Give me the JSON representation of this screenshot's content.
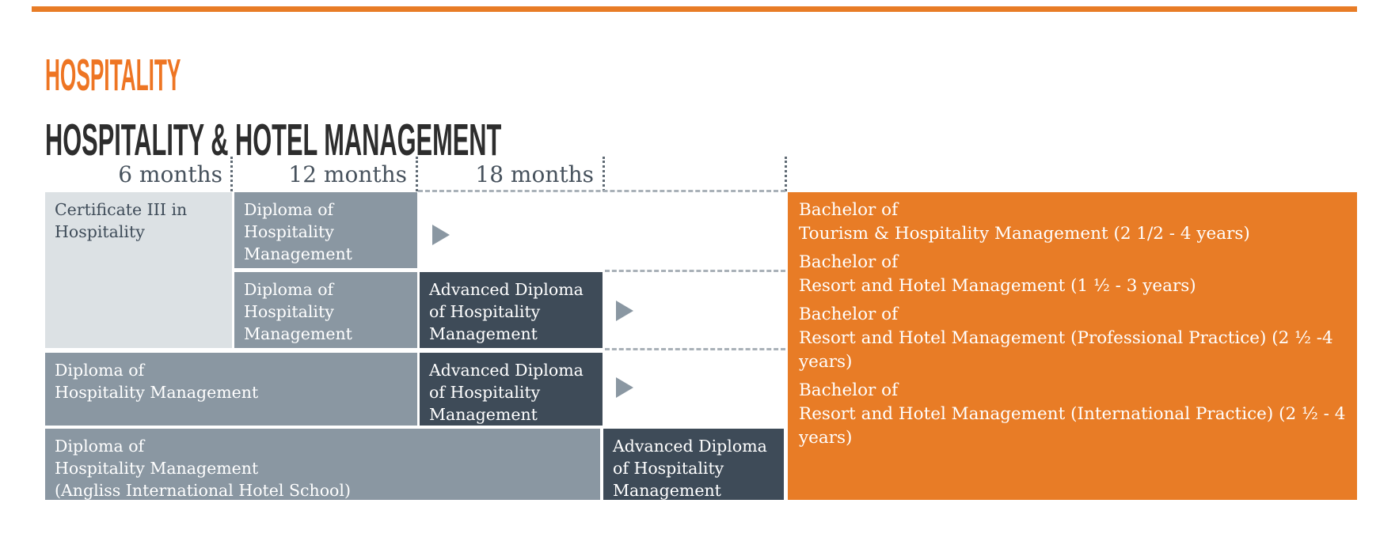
{
  "header": {
    "category": "HOSPITALITY",
    "title": "HOSPITALITY & HOTEL MANAGEMENT"
  },
  "timeline": {
    "labels": [
      "6 months",
      "12 months",
      "18 months"
    ]
  },
  "courses": {
    "cert3": "Certificate III in\nHospitality",
    "dip_row1": "Diploma of\nHospitality\nManagement",
    "dip_row2": "Diploma of\nHospitality\nManagement",
    "adv_row2": "Advanced Diploma\nof Hospitality\nManagement",
    "dip_row3": "Diploma of\nHospitality Management",
    "adv_row3": "Advanced Diploma\nof Hospitality\nManagement",
    "dip_row4": "Diploma of\nHospitality Management\n(Angliss International Hotel School)",
    "adv_row4": "Advanced Diploma\nof Hospitality\nManagement"
  },
  "bachelors": {
    "items": [
      {
        "text": "Bachelor of\nTourism & Hospitality Management (2 1/2  - 4 years)"
      },
      {
        "text": "Bachelor of\nResort and Hotel Management (1 ½ - 3 years)"
      },
      {
        "text": "Bachelor of\nResort and Hotel Management (Professional Practice) (2 ½ -4 years)"
      },
      {
        "text": "Bachelor of\nResort and Hotel Management (International Practice) (2 ½ - 4 years)"
      }
    ]
  },
  "colors": {
    "accent_orange": "#E87C26",
    "heading_orange": "#EE7523",
    "heading_dark": "#2D2D2D",
    "box_light": "#DCE1E4",
    "box_medium": "#8A97A2",
    "box_dark": "#3E4B58",
    "label_slate": "#47525D"
  }
}
